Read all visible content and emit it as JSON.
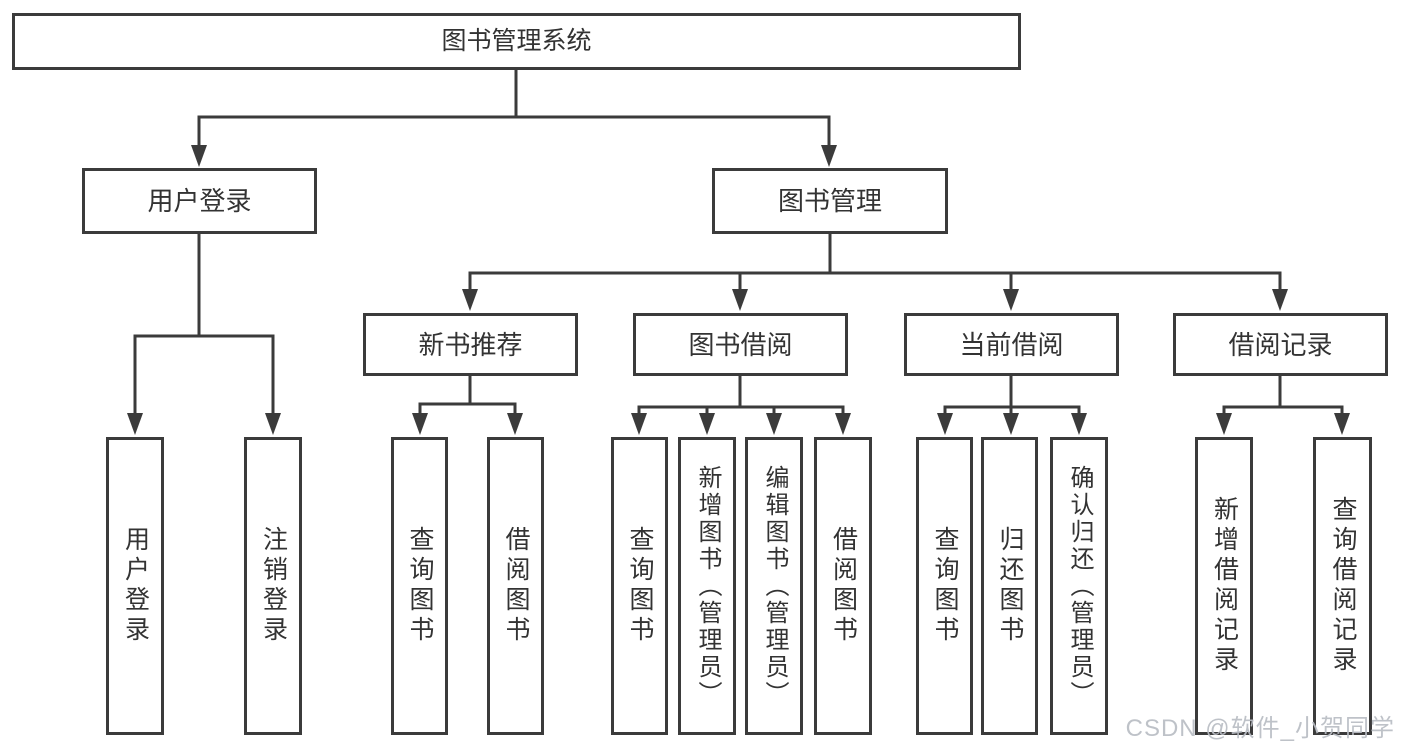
{
  "diagram": {
    "type": "hierarchy",
    "colors": {
      "line": "#3b3b3b",
      "box_border": "#3b3b3b",
      "box_background": "#ffffff",
      "text": "#333333",
      "watermark": "#b9bdc4"
    },
    "watermark": {
      "text": "CSDN @软件_小贺同学"
    },
    "tree": {
      "label": "图书管理系统",
      "children": [
        {
          "label": "用户登录",
          "children": [
            {
              "label": "用户登录"
            },
            {
              "label": "注销登录"
            }
          ]
        },
        {
          "label": "图书管理",
          "children": [
            {
              "label": "新书推荐",
              "children": [
                {
                  "label": "查询图书"
                },
                {
                  "label": "借阅图书"
                }
              ]
            },
            {
              "label": "图书借阅",
              "children": [
                {
                  "label": "查询图书"
                },
                {
                  "label": "新增图书（管理员）"
                },
                {
                  "label": "编辑图书（管理员）"
                },
                {
                  "label": "借阅图书"
                }
              ]
            },
            {
              "label": "当前借阅",
              "children": [
                {
                  "label": "查询图书"
                },
                {
                  "label": "归还图书"
                },
                {
                  "label": "确认归还（管理员）"
                }
              ]
            },
            {
              "label": "借阅记录",
              "children": [
                {
                  "label": "新增借阅记录"
                },
                {
                  "label": "查询借阅记录"
                }
              ]
            }
          ]
        }
      ]
    }
  }
}
